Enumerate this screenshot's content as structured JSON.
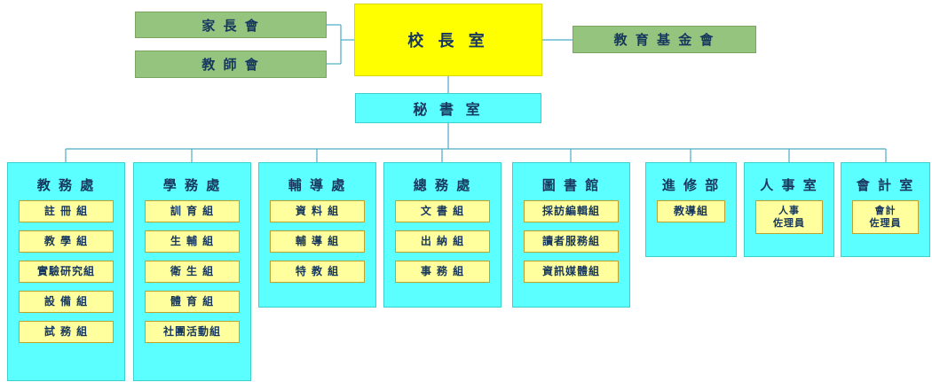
{
  "colors": {
    "principal_bg": "#FFFF00",
    "association_bg": "#94C47E",
    "department_bg": "#5CFFFF",
    "unit_bg": "#FFFF9E",
    "text": "#17375E",
    "line": "#4BACC6"
  },
  "principal": {
    "label": "校 長 室"
  },
  "parents_association": {
    "label": "家 長 會"
  },
  "teachers_association": {
    "label": "教 師 會"
  },
  "education_foundation": {
    "label": "教 育 基 金 會"
  },
  "secretary": {
    "label": "秘 書 室"
  },
  "departments": [
    {
      "name": "教 務 處",
      "units": [
        "註 冊 組",
        "教 學 組",
        "實驗研究組",
        "設 備 組",
        "試 務 組"
      ]
    },
    {
      "name": "學 務 處",
      "units": [
        "訓 育 組",
        "生 輔 組",
        "衛 生 組",
        "體 育 組",
        "社團活動組"
      ]
    },
    {
      "name": "輔 導 處",
      "units": [
        "資 料 組",
        "輔 導 組",
        "特 教 組"
      ]
    },
    {
      "name": "總 務 處",
      "units": [
        "文 書 組",
        "出 納 組",
        "事 務 組"
      ]
    },
    {
      "name": "圖 書 館",
      "units": [
        "採訪編輯組",
        "讀者服務組",
        "資訊媒體組"
      ]
    },
    {
      "name": "進 修 部",
      "units": [
        "教導組"
      ]
    },
    {
      "name": "人 事 室",
      "units": [
        "人事\n佐理員"
      ]
    },
    {
      "name": "會 計 室",
      "units": [
        "會計\n佐理員"
      ]
    }
  ]
}
